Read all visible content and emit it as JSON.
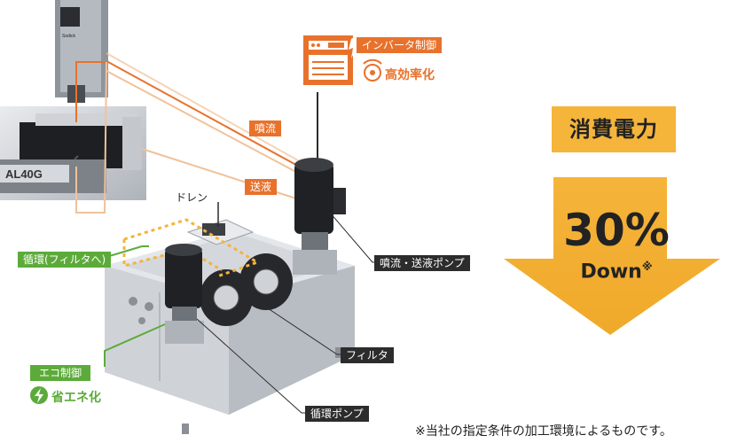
{
  "labels": {
    "inverter": "インバータ制御",
    "high_efficiency": "高効率化",
    "jet_flow": "噴流",
    "send_liquid": "送液",
    "drain": "ドレン",
    "jet_send_pump": "噴流・送液ポンプ",
    "circulation_to_filter": "循環(フィルタへ)",
    "filter": "フィルタ",
    "eco_control": "エコ制御",
    "energy_saving": "省エネ化",
    "circulation_pump": "循環ポンプ",
    "machine_brand": "Sodick",
    "machine_model": "AL40G"
  },
  "panel": {
    "title": "消費電力",
    "percent": "30%",
    "down": "Down",
    "note_mark": "※"
  },
  "footnote": "※当社の指定条件の加工環境によるものです。",
  "colors": {
    "orange": "#e8722c",
    "green": "#5cab3a",
    "yellow": "#f5b43a",
    "dark": "#2c2c2c"
  },
  "icons": [
    "control-panel-icon",
    "gear-efficiency-icon",
    "leaf-bolt-icon"
  ]
}
